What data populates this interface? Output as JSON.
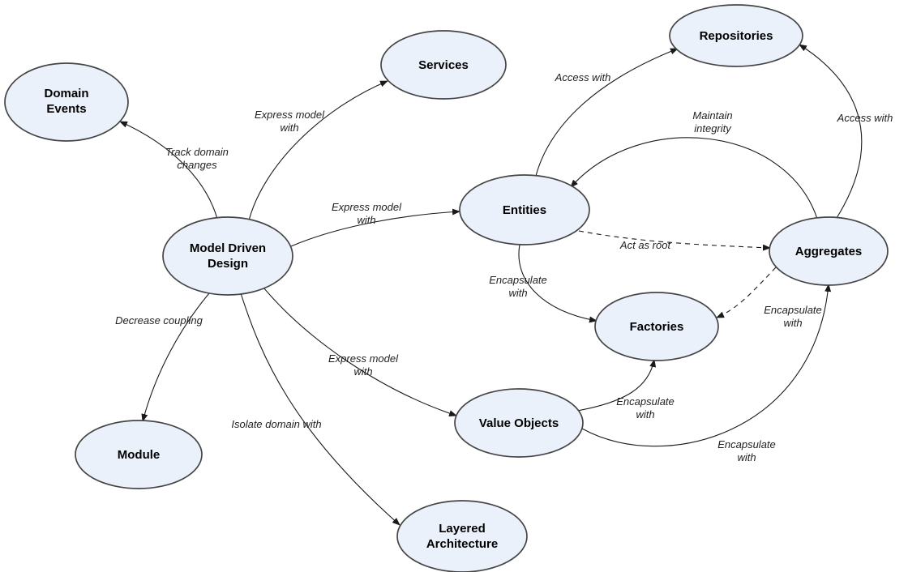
{
  "colors": {
    "background": "#ffffff",
    "node_fill": "#eaf1fa",
    "node_border": "#454545",
    "edge_line": "#1a1a1a",
    "edge_label_text": "#1f1f1f",
    "node_label_text": "#000000"
  },
  "nodes": {
    "domain_events": {
      "label": "Domain Events",
      "lines": [
        "Domain",
        "Events"
      ]
    },
    "services": {
      "label": "Services",
      "lines": [
        "Services"
      ]
    },
    "repositories": {
      "label": "Repositories",
      "lines": [
        "Repositories"
      ]
    },
    "model_driven_design": {
      "label": "Model Driven Design",
      "lines": [
        "Model Driven",
        "Design"
      ]
    },
    "entities": {
      "label": "Entities",
      "lines": [
        "Entities"
      ]
    },
    "aggregates": {
      "label": "Aggregates",
      "lines": [
        "Aggregates"
      ]
    },
    "factories": {
      "label": "Factories",
      "lines": [
        "Factories"
      ]
    },
    "module": {
      "label": "Module",
      "lines": [
        "Module"
      ]
    },
    "value_objects": {
      "label": "Value Objects",
      "lines": [
        "Value Objects"
      ]
    },
    "layered_architecture": {
      "label": "Layered Architecture",
      "lines": [
        "Layered",
        "Architecture"
      ]
    }
  },
  "edges": {
    "track_domain_changes": {
      "label": "Track domain changes",
      "lines": [
        "Track domain",
        "changes"
      ],
      "from": "model_driven_design",
      "to": "domain_events",
      "style": "solid"
    },
    "express_model_services": {
      "label": "Express model with",
      "lines": [
        "Express model",
        "with"
      ],
      "from": "model_driven_design",
      "to": "services",
      "style": "solid"
    },
    "express_model_entities": {
      "label": "Express model with",
      "lines": [
        "Express model",
        "with"
      ],
      "from": "model_driven_design",
      "to": "entities",
      "style": "solid"
    },
    "express_model_value_objects": {
      "label": "Express model with",
      "lines": [
        "Express model",
        "with"
      ],
      "from": "model_driven_design",
      "to": "value_objects",
      "style": "solid"
    },
    "decrease_coupling": {
      "label": "Decrease coupling",
      "lines": [
        "Decrease coupling"
      ],
      "from": "model_driven_design",
      "to": "module",
      "style": "solid"
    },
    "isolate_domain": {
      "label": "Isolate domain with",
      "lines": [
        "Isolate domain with"
      ],
      "from": "model_driven_design",
      "to": "layered_architecture",
      "style": "solid"
    },
    "access_with_entities": {
      "label": "Access with",
      "lines": [
        "Access with"
      ],
      "from": "entities",
      "to": "repositories",
      "style": "solid"
    },
    "maintain_integrity": {
      "label": "Maintain integrity",
      "lines": [
        "Maintain",
        "integrity"
      ],
      "from": "aggregates",
      "to": "entities",
      "style": "solid"
    },
    "access_with_aggregates": {
      "label": "Access with",
      "lines": [
        "Access with"
      ],
      "from": "aggregates",
      "to": "repositories",
      "style": "solid"
    },
    "act_as_root": {
      "label": "Act as root",
      "lines": [
        "Act as root"
      ],
      "from": "entities",
      "to": "aggregates",
      "style": "dashed"
    },
    "encapsulate_entities_factories": {
      "label": "Encapsulate with",
      "lines": [
        "Encapsulate",
        "with"
      ],
      "from": "entities",
      "to": "factories",
      "style": "solid"
    },
    "encapsulate_aggregates_factories": {
      "label": "Encapsulate with",
      "lines": [
        "Encapsulate",
        "with"
      ],
      "from": "aggregates",
      "to": "factories",
      "style": "dashed"
    },
    "encapsulate_value_objects_factories": {
      "label": "Encapsulate with",
      "lines": [
        "Encapsulate",
        "with"
      ],
      "from": "value_objects",
      "to": "factories",
      "style": "solid"
    },
    "encapsulate_value_objects_aggregates": {
      "label": "Encapsulate with",
      "lines": [
        "Encapsulate",
        "with"
      ],
      "from": "value_objects",
      "to": "aggregates",
      "style": "solid"
    }
  }
}
